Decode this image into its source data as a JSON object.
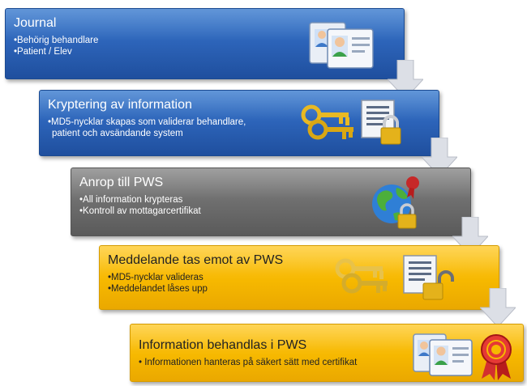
{
  "steps": [
    {
      "title": "Journal",
      "bullets": [
        "•Behörig behandlare",
        "•Patient / Elev"
      ],
      "icon": "id-cards-icon"
    },
    {
      "title": "Kryptering av information",
      "bullets": [
        "•MD5-nycklar skapas som validerar behandlare,",
        "patient och avsändande system"
      ],
      "icon": "keys-and-locked-document-icon"
    },
    {
      "title": "Anrop till PWS",
      "bullets": [
        "•All information krypteras",
        "•Kontroll av mottagarcertifikat"
      ],
      "icon": "globe-lock-certificate-icon"
    },
    {
      "title": "Meddelande tas emot av PWS",
      "bullets": [
        "•MD5-nycklar valideras",
        "•Meddelandet låses upp"
      ],
      "icon": "keys-and-unlocked-document-icon"
    },
    {
      "title": "Information behandlas i PWS",
      "bullets": [
        "• Informationen hanteras på säkert sätt med certifikat"
      ],
      "icon": "id-cards-certificate-icon"
    }
  ],
  "colors": {
    "blue": "#2c63b8",
    "gray": "#6e6e6e",
    "gold": "#f6b800",
    "arrow": "#dcdfe6"
  }
}
